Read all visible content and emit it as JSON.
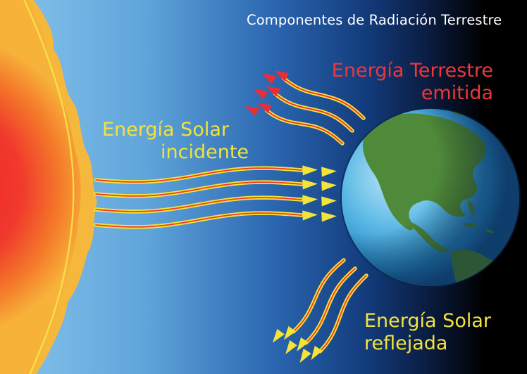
{
  "title": "Componentes de Radiación Terrestre",
  "labels": {
    "terrestrial_line1": "Energía Terrestre",
    "terrestrial_line2": "emitida",
    "incident_line1": "Energía Solar",
    "incident_line2": "incidente",
    "reflected_line1": "Energía Solar",
    "reflected_line2": "reflejada"
  },
  "colors": {
    "space": "#000000",
    "sky_blue": "#6aaedd",
    "sun_core": "#ef1f2a",
    "sun_edge": "#f6b73a",
    "solar_arrow": "#f4e43a",
    "terrestrial_arrow": "#ec2d35",
    "ocean": "#2e9ed8",
    "land": "#4f8a3a"
  },
  "icons": [
    "sun-icon",
    "earth-globe-icon",
    "wavy-arrow-icon"
  ]
}
